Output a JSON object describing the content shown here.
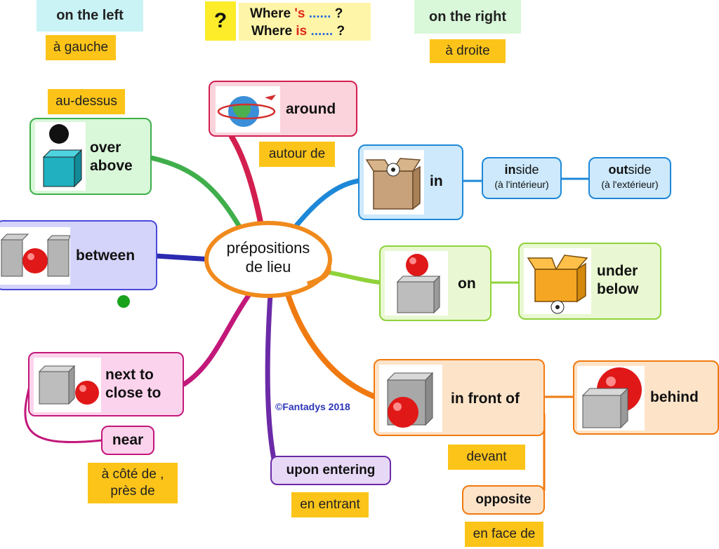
{
  "center": {
    "line1": "prépositions",
    "line2": "de lieu"
  },
  "copyright": "©Fantadys 2018",
  "top_bar": {
    "on_left": "on the left",
    "a_gauche": "à gauche",
    "question_mark": "?",
    "q1_where": "Where",
    "q1_mark": "'s",
    "q1_dots": "......",
    "q1_end": "?",
    "q2_where": "Where",
    "q2_mark": "is",
    "q2_dots": "......",
    "q2_end": "?",
    "on_right": "on the right",
    "a_droite": "à droite"
  },
  "nodes": {
    "over_above": {
      "line1": "over",
      "line2": "above",
      "fr": "au-dessus"
    },
    "around": {
      "label": "around",
      "fr": "autour de"
    },
    "in": {
      "label": "in"
    },
    "inside": {
      "bold": "in",
      "rest": "side",
      "fr": "(à l'intérieur)"
    },
    "outside": {
      "bold": "out",
      "rest": "side",
      "fr": "(à l'extérieur)"
    },
    "between": {
      "label": "between"
    },
    "on": {
      "label": "on"
    },
    "under_below": {
      "line1": "under",
      "line2": "below"
    },
    "next_to": {
      "line1": "next to",
      "line2": "close to",
      "near": "near",
      "fr1": "à côté de ,",
      "fr2": "près de"
    },
    "in_front_of": {
      "label": "in front of",
      "fr": "devant"
    },
    "behind": {
      "label": "behind"
    },
    "opposite": {
      "label": "opposite",
      "fr": "en face de"
    },
    "upon_entering": {
      "label": "upon entering",
      "fr": "en entrant"
    }
  },
  "colors": {
    "tag_yellow": "#fcc419",
    "light_cyan": "#c9f3f5",
    "light_green": "#d9f7d9",
    "center_orange": "#f08a1c",
    "branch_green": "#3fae4b",
    "branch_crimson": "#d21f4f",
    "branch_blue": "#1e88d8",
    "branch_navy": "#2b2ab0",
    "branch_lime": "#8fd23a",
    "branch_magenta": "#c2187a",
    "branch_purple": "#6b2aa8",
    "branch_orange": "#f07a10"
  }
}
